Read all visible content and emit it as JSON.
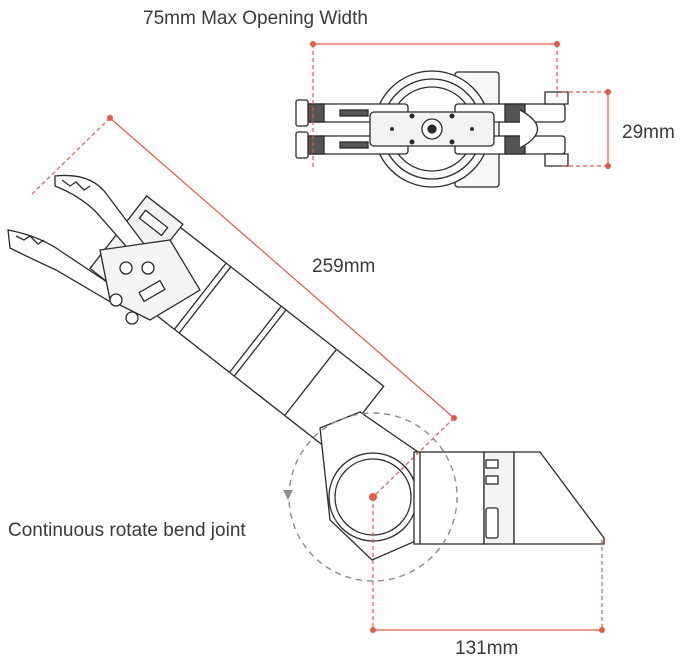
{
  "annotations": {
    "max_opening": "75mm Max Opening Width",
    "jaw_height": "29mm",
    "arm_length": "259mm",
    "joint": "Continuous rotate bend joint",
    "base_length": "131mm"
  },
  "colors": {
    "dimension_line": "#e35a4a",
    "outline": "#2b2b2b",
    "dashed_circle": "#8c8c8c",
    "text": "#3a3a3a"
  }
}
